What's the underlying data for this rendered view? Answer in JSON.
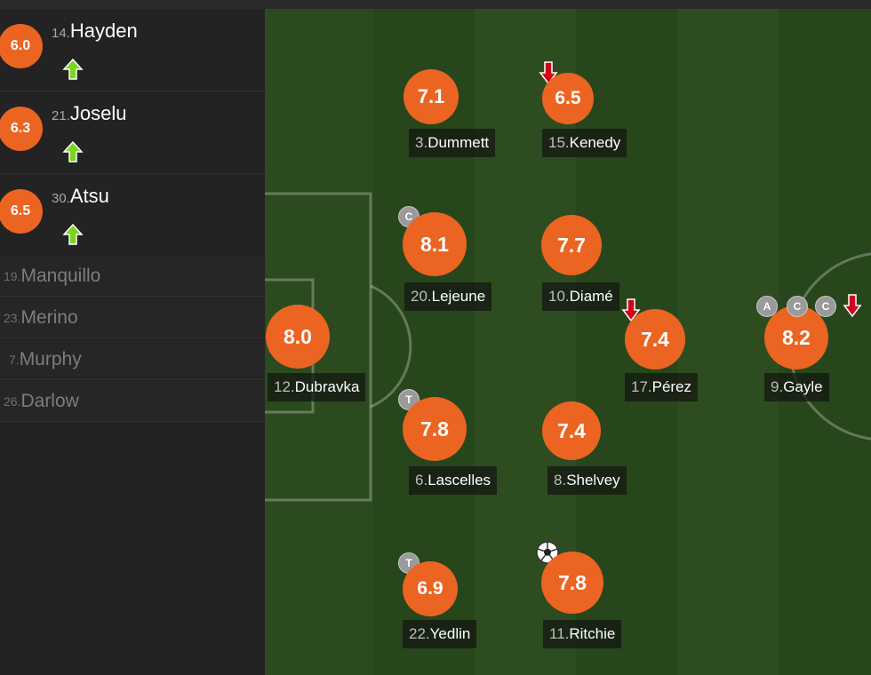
{
  "colors": {
    "rating": "#ec6421",
    "sub_in_arrow": "#7ed321",
    "sub_out_arrow": "#d0021b",
    "badge": "#9a9a9a"
  },
  "substitutes": [
    {
      "rating": "6.0",
      "number": "14.",
      "name": "Hayden",
      "icon": "sub-in-arrow-icon"
    },
    {
      "rating": "6.3",
      "number": "21.",
      "name": "Joselu",
      "icon": "sub-in-arrow-icon"
    },
    {
      "rating": "6.5",
      "number": "30.",
      "name": "Atsu",
      "icon": "sub-in-arrow-icon"
    }
  ],
  "bench": [
    {
      "number": "19.",
      "name": "Manquillo"
    },
    {
      "number": "23.",
      "name": "Merino"
    },
    {
      "number": "7.",
      "name": "Murphy"
    },
    {
      "number": "26.",
      "name": "Darlow"
    }
  ],
  "players": [
    {
      "rating": "8.0",
      "number": "12.",
      "name": "Dubravka"
    },
    {
      "rating": "7.1",
      "number": "3.",
      "name": "Dummett"
    },
    {
      "rating": "8.1",
      "number": "20.",
      "name": "Lejeune",
      "badges": [
        "C"
      ]
    },
    {
      "rating": "7.8",
      "number": "6.",
      "name": "Lascelles",
      "badges": [
        "T"
      ]
    },
    {
      "rating": "6.9",
      "number": "22.",
      "name": "Yedlin",
      "badges": [
        "T"
      ]
    },
    {
      "rating": "6.5",
      "number": "15.",
      "name": "Kenedy",
      "icons": [
        "sub-out-arrow-icon"
      ]
    },
    {
      "rating": "7.7",
      "number": "10.",
      "name": "Diamé"
    },
    {
      "rating": "7.4",
      "number": "8.",
      "name": "Shelvey"
    },
    {
      "rating": "7.8",
      "number": "11.",
      "name": "Ritchie",
      "icons": [
        "goal-ball-icon"
      ]
    },
    {
      "rating": "7.4",
      "number": "17.",
      "name": "Pérez",
      "icons": [
        "sub-out-arrow-icon"
      ]
    },
    {
      "rating": "8.2",
      "number": "9.",
      "name": "Gayle",
      "badges": [
        "A",
        "C",
        "C"
      ],
      "icons": [
        "sub-out-arrow-icon"
      ]
    }
  ]
}
